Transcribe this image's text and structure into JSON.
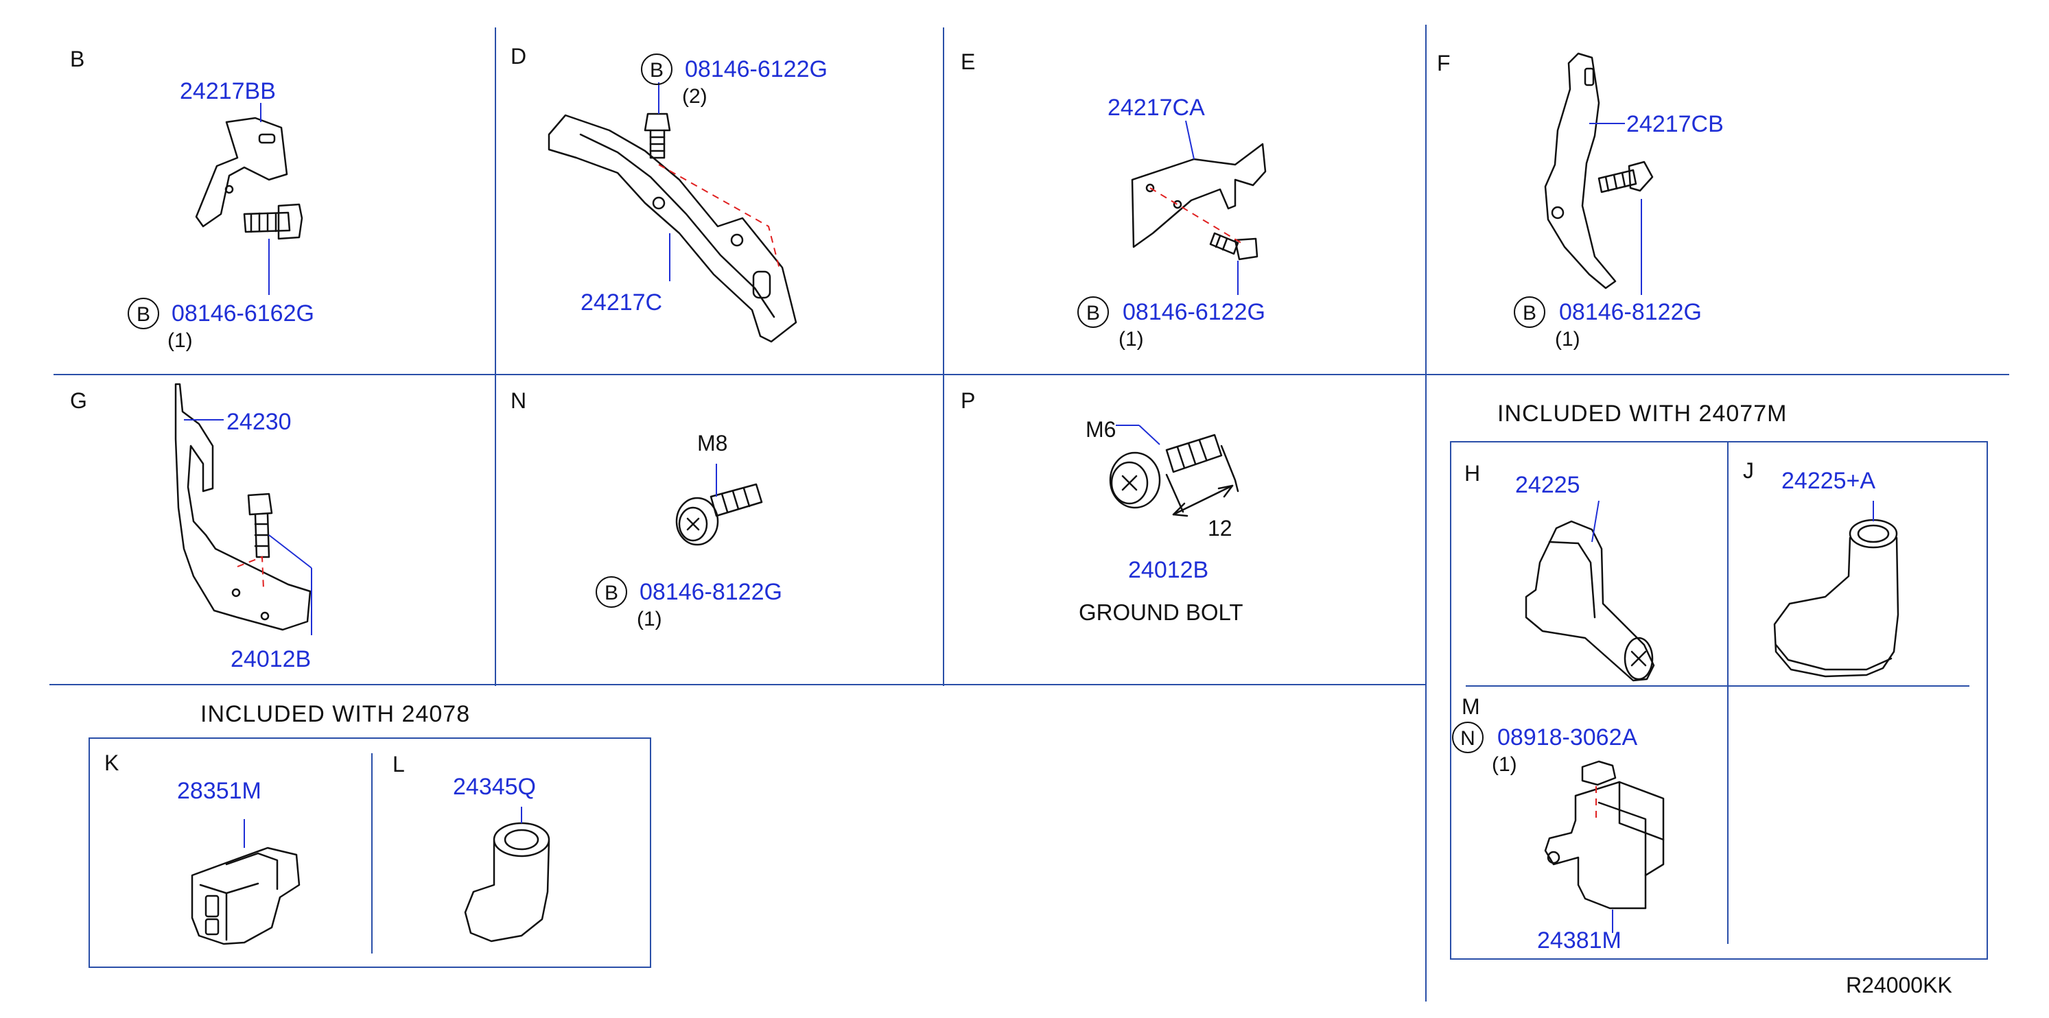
{
  "diagram_id": "R24000KK",
  "panels": {
    "B": {
      "letter": "B",
      "part": "24217BB",
      "bolt_circle": "B",
      "bolt_part": "08146-6162G",
      "bolt_qty": "(1)"
    },
    "D": {
      "letter": "D",
      "part": "24217C",
      "bolt_circle": "B",
      "bolt_part": "08146-6122G",
      "bolt_qty": "(2)"
    },
    "E": {
      "letter": "E",
      "part": "24217CA",
      "bolt_circle": "B",
      "bolt_part": "08146-6122G",
      "bolt_qty": "(1)"
    },
    "F": {
      "letter": "F",
      "part": "24217CB",
      "bolt_circle": "B",
      "bolt_part": "08146-8122G",
      "bolt_qty": "(1)"
    },
    "G": {
      "letter": "G",
      "part": "24230",
      "bolt_part": "24012B"
    },
    "N": {
      "letter": "N",
      "thread": "M8",
      "bolt_circle": "B",
      "bolt_part": "08146-8122G",
      "bolt_qty": "(1)"
    },
    "P": {
      "letter": "P",
      "thread": "M6",
      "length": "12",
      "part": "24012B",
      "caption": "GROUND   BOLT"
    },
    "H": {
      "letter": "H",
      "part": "24225"
    },
    "J": {
      "letter": "J",
      "part": "24225+A"
    },
    "M": {
      "letter": "M",
      "nut_circle": "N",
      "nut_part": "08918-3062A",
      "nut_qty": "(1)",
      "part": "24381M"
    },
    "K": {
      "letter": "K",
      "part": "28351M"
    },
    "L": {
      "letter": "L",
      "part": "24345Q"
    }
  },
  "groups": {
    "g24077": "INCLUDED   WITH   24077M",
    "g24078": "INCLUDED   WITH   24078"
  },
  "colors": {
    "line": "#111111",
    "part_number": "#1f2fd6",
    "grid": "#2a4fa8",
    "dashed": "#e02020"
  }
}
